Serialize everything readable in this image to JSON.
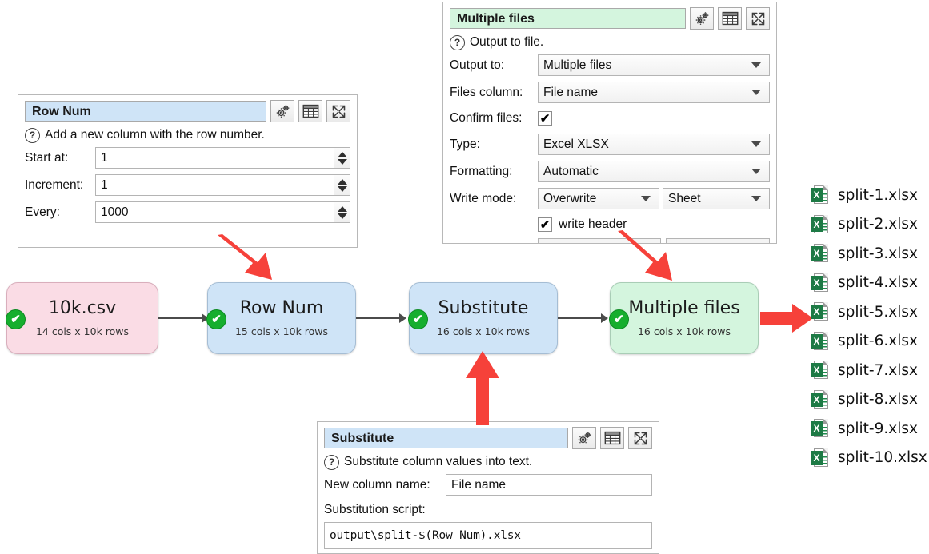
{
  "panels": {
    "row_num": {
      "title": "Row Num",
      "help": "Add a new column with the row number.",
      "fields": [
        {
          "label": "Start at:",
          "value": "1"
        },
        {
          "label": "Increment:",
          "value": "1"
        },
        {
          "label": "Every:",
          "value": "1000"
        }
      ],
      "icons": [
        "gears-icon",
        "table-icon",
        "expand-icon"
      ]
    },
    "multiple_files": {
      "title": "Multiple files",
      "help": "Output to file.",
      "rows": [
        {
          "label": "Output to:",
          "value": "Multiple files",
          "kind": "combo"
        },
        {
          "label": "Files column:",
          "value": "File name",
          "kind": "combo"
        },
        {
          "label": "Confirm files:",
          "value": "✔",
          "kind": "check"
        },
        {
          "label": "Type:",
          "value": "Excel XLSX",
          "kind": "combo"
        },
        {
          "label": "Formatting:",
          "value": "Automatic",
          "kind": "combo"
        },
        {
          "label": "Write mode:",
          "value": "Overwrite",
          "value2": "Sheet",
          "kind": "combo2"
        }
      ],
      "write_header": {
        "label": "write header",
        "checked": "✔"
      },
      "icons": [
        "gears-icon",
        "table-icon",
        "expand-icon"
      ]
    },
    "substitute": {
      "title": "Substitute",
      "help": "Substitute column values into text.",
      "new_column_label": "New column name:",
      "new_column_value": "File name",
      "script_label": "Substitution script:",
      "script_value": "output\\split-$(Row Num).xlsx",
      "icons": [
        "gears-icon",
        "table-icon",
        "expand-icon"
      ]
    }
  },
  "flow": {
    "nodes": [
      {
        "title": "10k.csv",
        "sub": "14 cols x 10k rows",
        "color": "pink"
      },
      {
        "title": "Row Num",
        "sub": "15 cols x 10k rows",
        "color": "blue"
      },
      {
        "title": "Substitute",
        "sub": "16 cols x 10k rows",
        "color": "blue"
      },
      {
        "title": "Multiple files",
        "sub": "16 cols x 10k rows",
        "color": "green"
      }
    ],
    "status_glyph": "✔"
  },
  "files": [
    "split-1.xlsx",
    "split-2.xlsx",
    "split-3.xlsx",
    "split-4.xlsx",
    "split-5.xlsx",
    "split-6.xlsx",
    "split-7.xlsx",
    "split-8.xlsx",
    "split-9.xlsx",
    "split-10.xlsx"
  ],
  "file_icon_label": "X",
  "colors": {
    "accent_red": "#f6413a",
    "node_pink": "#fadce5",
    "node_blue": "#cfe4f7",
    "node_green": "#d4f5de",
    "status_green": "#16ae2e",
    "excel_green": "#1d7a45"
  },
  "glyphs": {
    "help": "?",
    "caret": "▼"
  }
}
